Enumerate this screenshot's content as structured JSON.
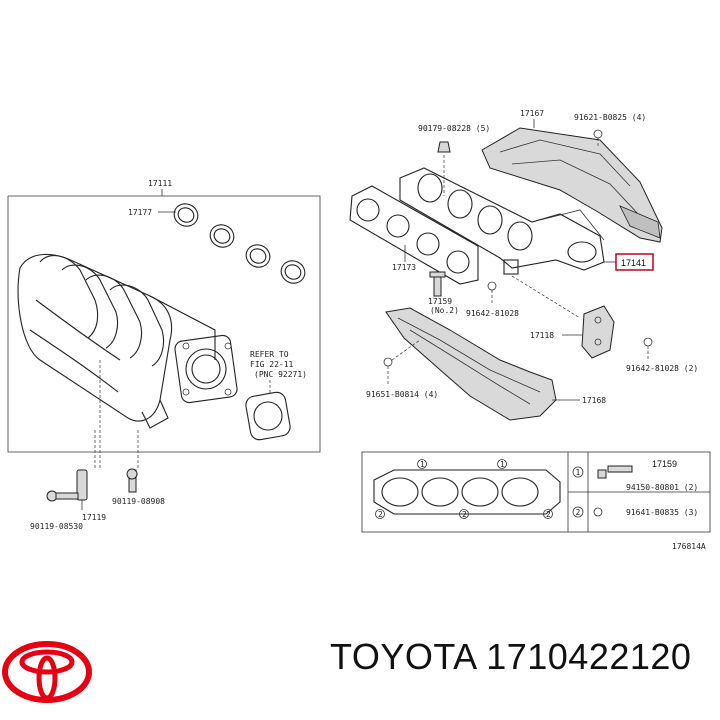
{
  "parts": {
    "intake_manifold": "17111",
    "intake_gasket": "17177",
    "bolt_left_1": "17119",
    "bolt_90119_08530": "90119-08530",
    "bolt_90119_08908": "90119-08908",
    "refer_line1": "REFER TO",
    "refer_line2": "FIG 22-11",
    "refer_line3": "(PNC 92271)",
    "heat_insulator_upper": "17167",
    "nut_90179": "90179-08228 (5)",
    "bolt_91621": "91621-B0825 (4)",
    "exhaust_manifold": "17141",
    "exhaust_gasket": "17173",
    "stud_17159": "17159",
    "stud_17159_no": "(No.2)",
    "bolt_91642_a": "91642-81028",
    "bracket_17118": "17118",
    "bolt_91642_b": "91642-81028 (2)",
    "bolt_91651": "91651-B0814 (4)",
    "heat_insulator_lower": "17168",
    "inset_stud": "17159",
    "inset_nut": "94150-80801 (2)",
    "inset_bolt": "91641-B0835 (3)",
    "inset_ref1": "1",
    "inset_ref2": "2",
    "drawing_code": "176814A"
  },
  "footer": {
    "brand": "TOYOTA",
    "part_number": "1710422120",
    "logo": "toyota-logo"
  },
  "colors": {
    "logo_red": "#e60012",
    "line": "#222222"
  }
}
